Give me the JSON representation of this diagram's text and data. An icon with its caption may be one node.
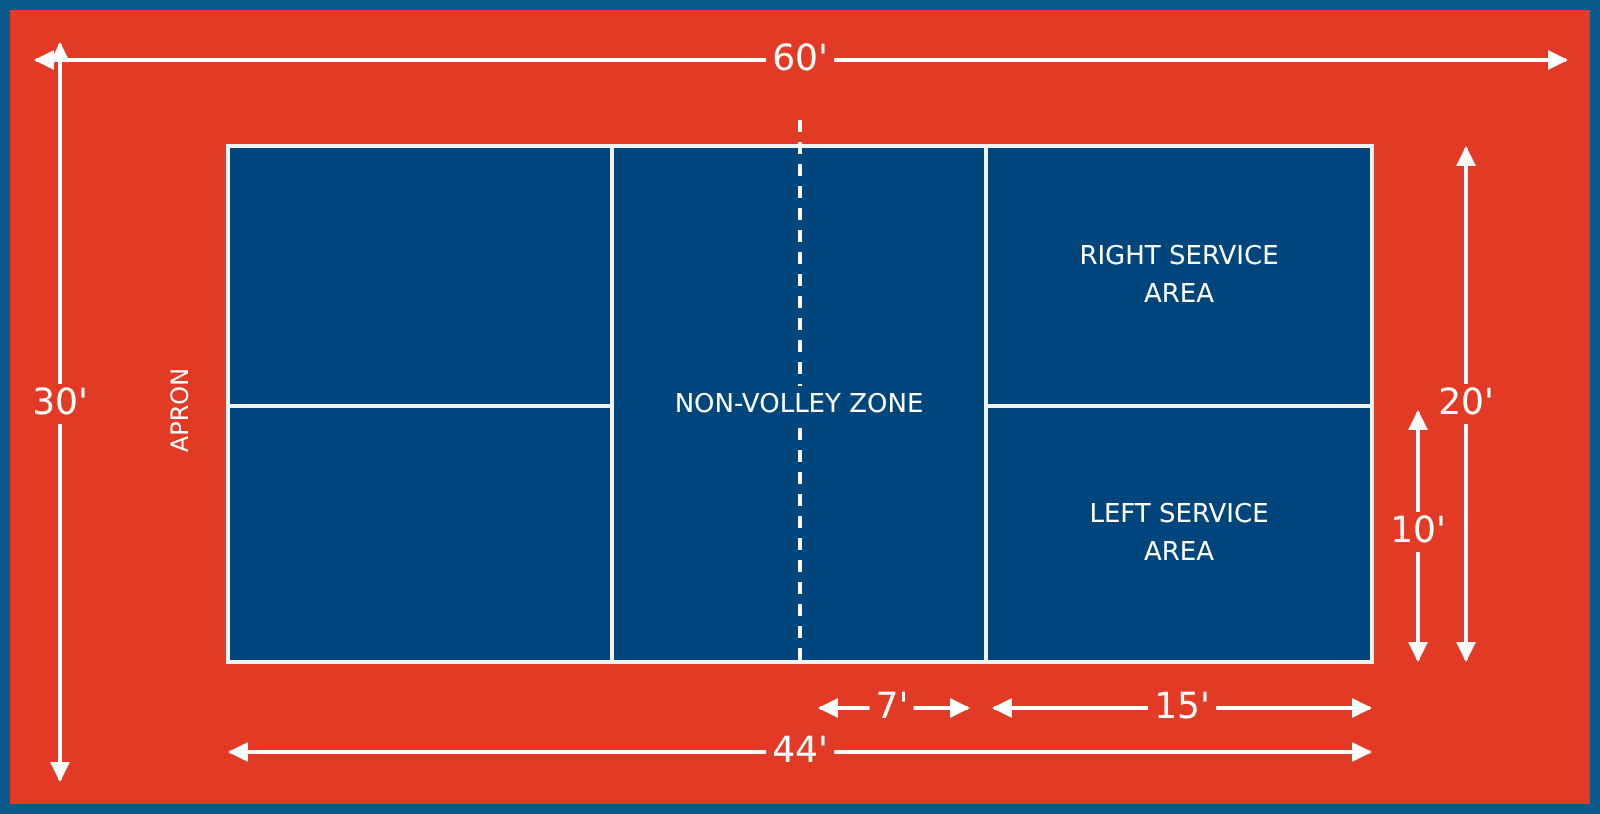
{
  "diagram": {
    "nodes": [
      {
        "text": [
          "APRON"
        ]
      },
      {
        "text": [],
        "shape": "box",
        "in": 0
      },
      {
        "text": [],
        "shape": "box",
        "in": 0
      },
      {
        "text": [
          "NON-VOLLEY ZONE"
        ],
        "in": 0
      },
      {
        "text": [
          "RIGHT SERVICE AREA"
        ],
        "in": 0
      },
      {
        "text": [
          "LEFT SERVICE AREA"
        ],
        "in": 0
      }
    ],
    "edges": [],
    "labels": [
      "60'",
      "30'",
      "20'",
      "10'",
      "7'",
      "15'",
      "44'"
    ]
  }
}
